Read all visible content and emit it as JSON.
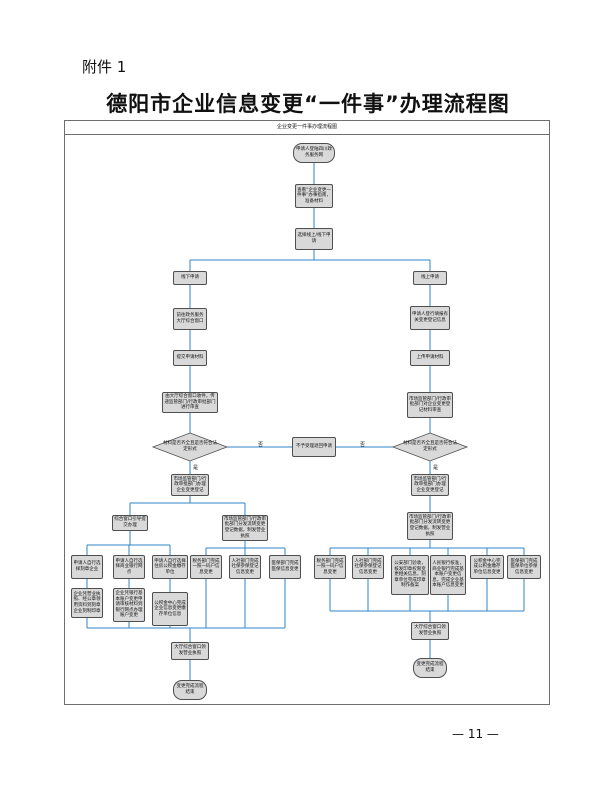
{
  "header": {
    "attachment": "附件 1",
    "title": "德阳市企业信息变更“一件事”办理流程图"
  },
  "flowchart": {
    "caption": "企业变更一件事办理流程图",
    "start": "申请人登陆四川政务服务网",
    "step_view": "查看“企业变更一件事”办事指南，准备材料",
    "step_choose": "选择线上/线下申请",
    "offline_apply": "线下申请",
    "online_apply": "线上申请",
    "offline_1": "前往政务服务大厅综合窗口",
    "offline_2": "提交申请材料",
    "offline_3": "由大厅综合窗口收件，传递监管部门/行政审批部门进行审查",
    "online_1": "申请人登行填报有关变更登记信息",
    "online_2": "上传申请材料",
    "online_3": "市场监管部门/行政审批部门对企业变更登记材料审查",
    "decision_left": "材料是否齐全且是否符合法定形式",
    "decision_right": "材料是否齐全且是否符合法定形式",
    "reject": "不予受理退回申请",
    "no_left": "否",
    "no_right": "否",
    "yes_left": "是",
    "yes_right": "是",
    "left_approve": "市场监管部门/行政审批部门办理企业变更登记",
    "right_approve": "市场监管部门/行政审批部门办理企业变更登记",
    "left_window": "综合窗口引导提交办理",
    "left_push": "市场监管部门/行政审批部门分发流转变更登记数据，制发营业执照",
    "right_push": "市场监管部门/行政审批部门分发流转变更登记数据，制发营业执照",
    "l1a": "申请人自行选择刻章企业",
    "l1b": "企业凭营业执照、经公章领用资料到刻章企业刻制印章",
    "l2a": "申请人自行选择商业银行网点",
    "l2b": "企业凭银行基本账户变更申请审核材料到银行网点办理账户变更",
    "l3a": "申请人自行选择住房公积金缴存单位",
    "l3b": "公积金中心完成企业信息变更缴存单位信息",
    "l4": "税务部门完成一照一码户信息变更",
    "l5": "人社部门完成社保参保登记信息变更",
    "l6": "医保部门完成医保信息变更",
    "r1": "税务部门完成一照一码户信息变更",
    "r2": "人社部门完成社保参保登记信息变更",
    "r3": "公安部门验收，核发印章权限变更相关信息，刻章单位完成印章制作备案",
    "r4": "人民银行核准，商业银行完成基本账户变更信息，完成企业基本账户信息变更",
    "r5": "公积金中心完成公积金缴存单位信息变更",
    "r6": "医保部门完成医保单位参保信息变更",
    "left_collect": "大厅综合窗口领发营业执照",
    "right_collect": "大厅综合窗口领发营业执照",
    "left_end": "变更完成流程结束",
    "right_end": "变更完成流程结束"
  },
  "footer": {
    "page_number": "— 11 —"
  }
}
